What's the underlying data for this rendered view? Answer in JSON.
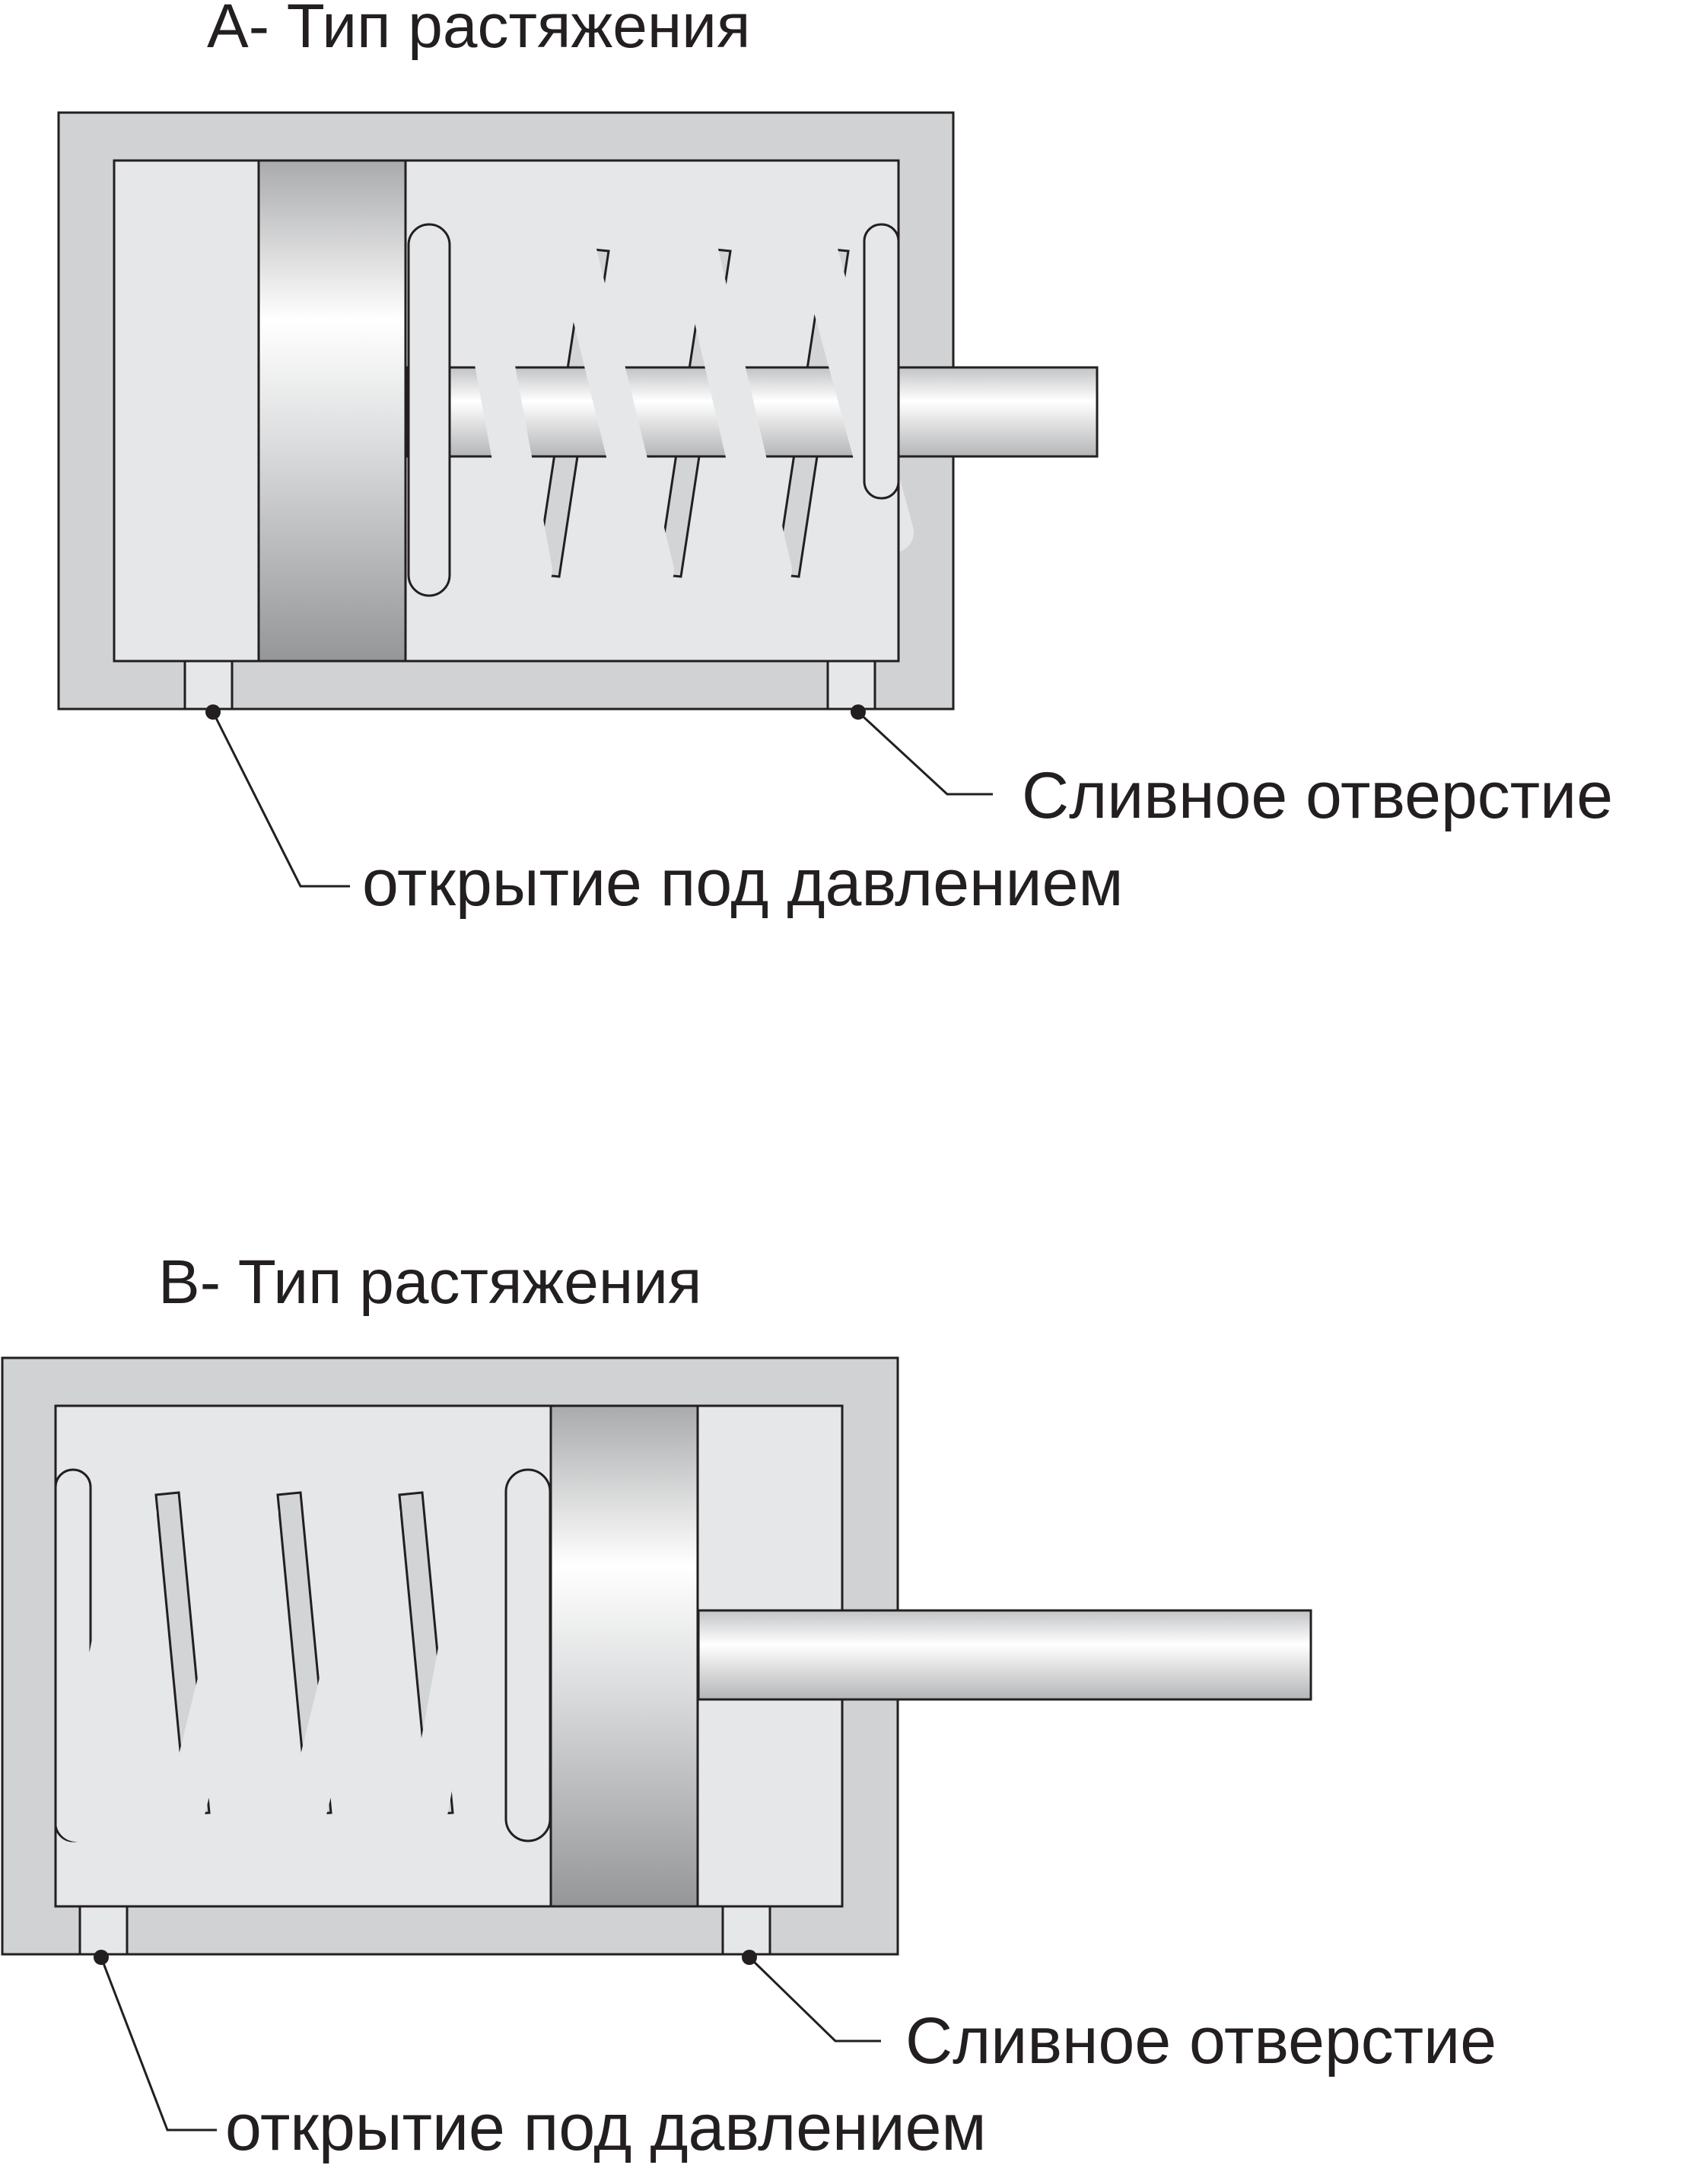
{
  "diagrams": [
    {
      "id": "a",
      "title": "A- Тип растяжения",
      "drain_label": "Сливное отверстие",
      "pressure_label": "открытие под давлением"
    },
    {
      "id": "b",
      "title": "B- Тип растяжения",
      "drain_label": "Сливное отверстие",
      "pressure_label": "открытие под давлением"
    }
  ],
  "colors": {
    "body": "#d1d2d4",
    "chamber": "#e6e7e9",
    "spring": "#e6e7e9",
    "spring_back": "#d3d4d6",
    "outline": "#231f20"
  }
}
